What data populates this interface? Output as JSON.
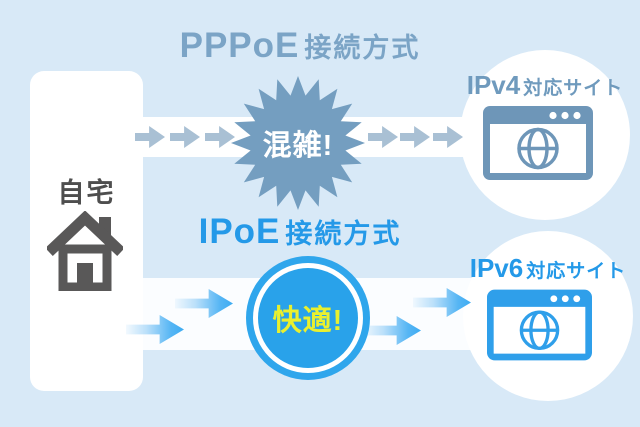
{
  "colors": {
    "background": "#D8E9F7",
    "steel_blue": "#76A0C0",
    "steel_arrow": "#A9C0D4",
    "bright_blue": "#29A2EA",
    "accent_yellow": "#E9F02F",
    "house_gray": "#595858",
    "band_white": "#FFFFFF"
  },
  "home": {
    "label": "自宅",
    "icon": "house-icon"
  },
  "pppoe_flow": {
    "heading": {
      "latin": "PPPoE",
      "kanji": "接続方式"
    },
    "status_burst": {
      "label": "混雑!",
      "shape": "starburst",
      "color": "#749EC0"
    },
    "arrows": {
      "style": "gray-solid",
      "count_before": 3,
      "count_after": 3,
      "icon": "arrow-right-icon"
    },
    "site": {
      "name": "IPv4",
      "suffix": "対応サイト",
      "icon": "browser-globe-icon",
      "color": "#6E96B8"
    }
  },
  "ipoe_flow": {
    "heading": {
      "latin": "IPoE",
      "kanji": "接続方式"
    },
    "status_circle": {
      "label": "快適!",
      "shape": "double-ring-circle",
      "color": "#29A2EA"
    },
    "arrows": {
      "style": "blue-speed-gradient",
      "count_before": 2,
      "count_after": 2,
      "icon": "arrow-right-icon"
    },
    "site": {
      "name": "IPv6",
      "suffix": "対応サイト",
      "icon": "browser-globe-icon",
      "color": "#2F9FEA"
    }
  }
}
